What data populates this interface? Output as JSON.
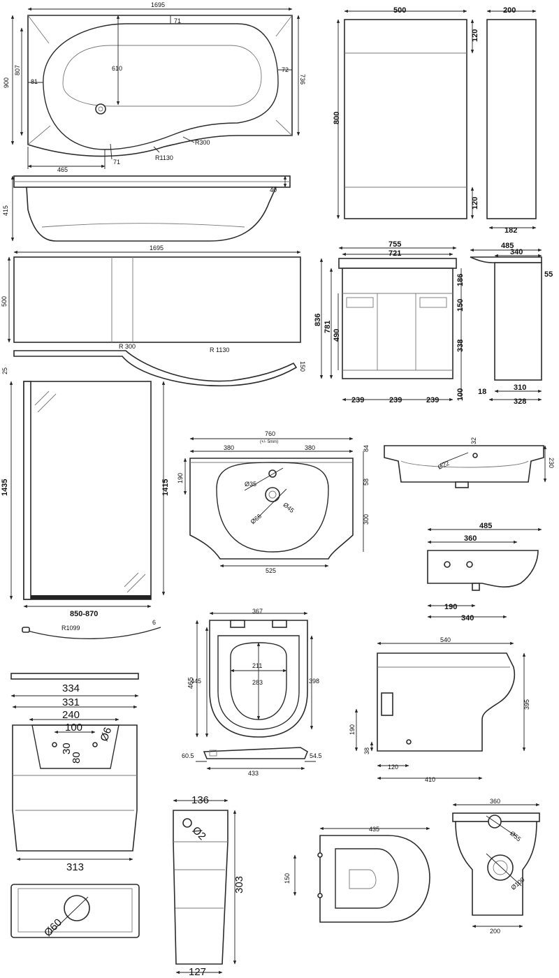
{
  "bath_plan": {
    "length": "1695",
    "end_width": "900",
    "inner_width": "807",
    "inner_depth": "736",
    "inner_offset": "610",
    "rim_top": "71",
    "rim_left": "81",
    "rim_right": "72",
    "front": "465",
    "rim_front": "71",
    "radius_large": "R1130",
    "radius_small": "R300"
  },
  "bath_side": {
    "height": "415",
    "rim": "40"
  },
  "bath_panel": {
    "length": "1695",
    "height": "500",
    "radius_small": "R 300",
    "radius_large": "R 1130",
    "end_left": "25",
    "end_right": "150"
  },
  "wc_unit": {
    "width": "500",
    "depth": "200",
    "height": "800",
    "top_panel": "120",
    "plinth": "120",
    "base_depth": "182"
  },
  "vanity": {
    "top_width": "755",
    "body_width": "721",
    "height": "836",
    "body_height": "781",
    "door_height": "490",
    "basin_band": "186",
    "drawer": "150",
    "door_lower": "338",
    "plinth": "100",
    "bay1": "239",
    "bay2": "239",
    "bay3": "239"
  },
  "vanity_side": {
    "depth": "485",
    "body_depth": "340",
    "lip": "55",
    "toe": "18",
    "base": "310",
    "overall": "328"
  },
  "basin": {
    "width": "760",
    "tolerance": "(+/- 5mm)",
    "half_left": "380",
    "half_right": "380",
    "rim": "84",
    "tap_hole": "Ø35",
    "overflow_offset": "58",
    "tap_from_edge": "190",
    "bowl_depth": "300",
    "waste": "Ø66",
    "waste_inner": "Ø45",
    "bowl_width": "525"
  },
  "basin_section": {
    "tap_hole": "Ø22",
    "rim": "32",
    "height": "230"
  },
  "basin_side": {
    "depth": "485",
    "bowl": "360",
    "waste_offset": "190",
    "fixing": "340"
  },
  "screen": {
    "height_outer": "1435",
    "height_inner": "1415",
    "width": "850-870",
    "radius": "R1099",
    "offset": "6"
  },
  "seat": {
    "width": "367",
    "length": "465",
    "inner_length": "445",
    "ring_width": "211",
    "ring_length": "283",
    "seat_length": "398"
  },
  "seat_hinge": {
    "left": "60.5",
    "right": "54.5",
    "length": "433"
  },
  "pan_side": {
    "length": "540",
    "height": "395",
    "inlet_height": "190",
    "outlet": "38",
    "outlet_offset": "120",
    "base_length": "410"
  },
  "cistern_front": {
    "top_width": "334",
    "width": "331",
    "button_spacing": "240",
    "button_gap": "100",
    "button_hole": "Ø6",
    "button_height": "30",
    "recess": "80",
    "base_width": "313"
  },
  "cistern_side": {
    "top_depth": "136",
    "outlet": "Ø2",
    "height": "303",
    "base_depth": "127"
  },
  "cistern_plan": {
    "hole": "Ø60"
  },
  "pan_plan": {
    "length": "435",
    "fixing": "150"
  },
  "pan_rear": {
    "width": "360",
    "inlet": "Ø55",
    "outlet": "Ø100",
    "base": "200"
  }
}
